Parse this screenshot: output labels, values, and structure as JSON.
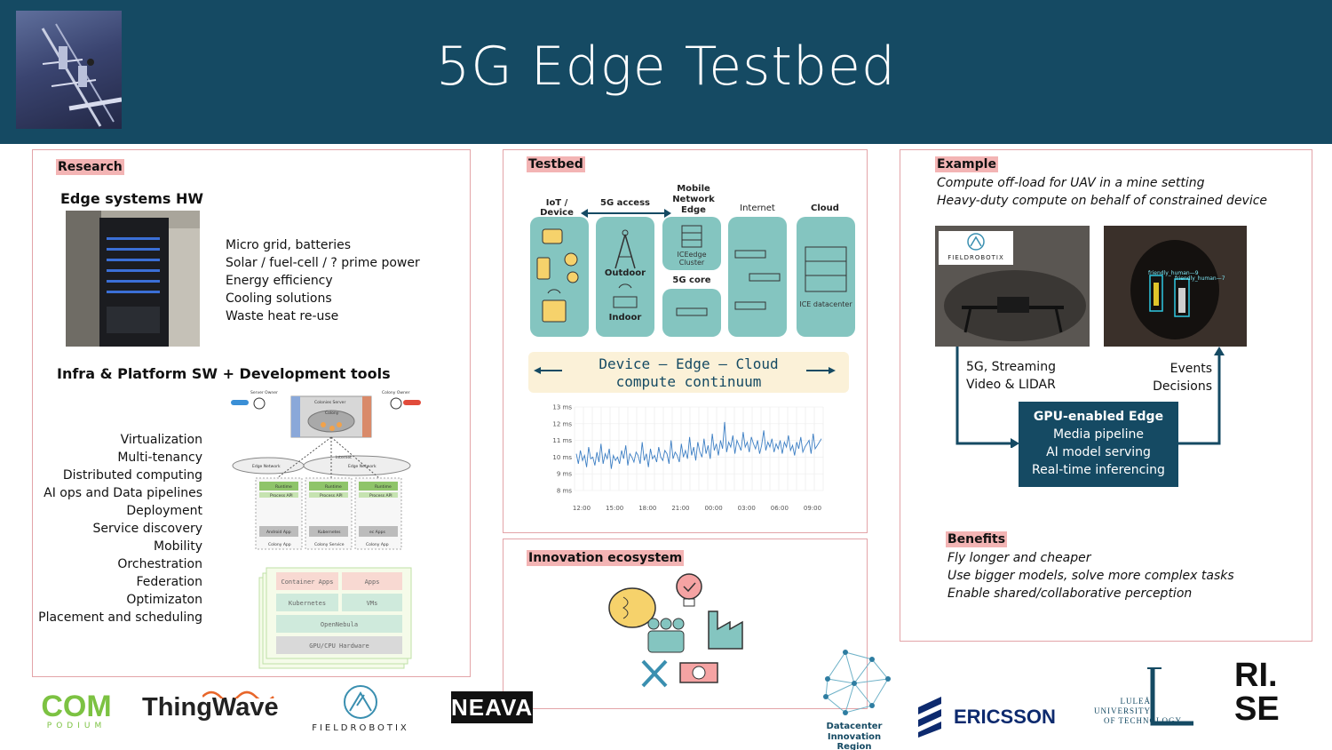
{
  "header": {
    "title": "5G Edge Testbed"
  },
  "research": {
    "tag": "Research",
    "hw_heading": "Edge systems HW",
    "hw_items": [
      "Micro grid, batteries",
      "Solar / fuel-cell / ? prime power",
      "Energy efficiency",
      "Cooling solutions",
      "Waste heat re-use"
    ],
    "sw_heading": "Infra & Platform SW + Development tools",
    "sw_items": [
      "Virtualization",
      "Multi-tenancy",
      "Distributed computing",
      "AI ops and Data pipelines",
      "Deployment",
      "Service discovery",
      "Mobility",
      "Orchestration",
      "Federation",
      "Optimizaton",
      "Placement and scheduling"
    ],
    "arch_labels": {
      "server_owner": "Server Owner",
      "colony_owner": "Colony Owner",
      "colonies_server": "Colonies Server",
      "colony": "Colony",
      "internet": "Internet",
      "edge_network_a": "Edge Network",
      "edge_network_b": "Edge Network",
      "runtime": "Runtime",
      "process_api": "Process API",
      "android_app": "Android App",
      "kubernetes": "Kubernetes",
      "ec_apps": "ec Apps",
      "colony_app": "Colony App",
      "colony_service": "Colony Service"
    },
    "stack_labels": {
      "container_apps": "Container Apps",
      "apps": "Apps",
      "kubernetes": "Kubernetes",
      "vms": "VMs",
      "opennebula": "OpenNebula",
      "hardware": "GPU/CPU Hardware"
    }
  },
  "testbed": {
    "tag": "Testbed",
    "columns": [
      "IoT / Device",
      "5G access",
      "Mobile Network Edge",
      "Internet",
      "Cloud"
    ],
    "inner_labels": {
      "outdoor": "Outdoor",
      "indoor": "Indoor",
      "icedge_cluster": "ICEedge Cluster",
      "core": "5G core",
      "ice_datacenter": "ICE datacenter"
    },
    "continuum_line1": "Device – Edge – Cloud",
    "continuum_line2": "compute continuum"
  },
  "chart_data": {
    "type": "line",
    "title": "",
    "xlabel": "",
    "ylabel": "",
    "x_ticks": [
      "12:00",
      "15:00",
      "18:00",
      "21:00",
      "00:00",
      "03:00",
      "06:00",
      "09:00"
    ],
    "y_ticks": [
      "13 ms",
      "12 ms",
      "11 ms",
      "10 ms",
      "9 ms",
      "8 ms"
    ],
    "ylim": [
      8,
      13
    ],
    "series": [
      {
        "values": [
          10.2,
          9.6,
          10.4,
          9.8,
          10.1,
          9.4,
          10.6,
          9.9,
          10.0,
          9.5,
          10.3,
          9.7,
          10.8,
          9.6,
          10.2,
          9.9,
          10.5,
          9.3,
          10.1,
          9.8,
          10.0,
          9.6,
          10.4,
          9.9,
          10.7,
          9.5,
          10.2,
          10.0,
          9.7,
          10.3,
          10.1,
          9.6,
          10.9,
          9.8,
          10.2,
          9.4,
          10.5,
          9.9,
          10.1,
          9.7,
          10.6,
          10.0,
          9.8,
          10.4,
          10.2,
          9.6,
          11.0,
          9.9,
          10.3,
          10.1,
          9.7,
          10.8,
          10.0,
          10.4,
          9.9,
          11.2,
          10.1,
          10.6,
          9.8,
          10.9,
          10.3,
          10.0,
          11.1,
          10.2,
          10.7,
          9.9,
          11.4,
          10.4,
          10.8,
          10.1,
          11.0,
          10.5,
          12.1,
          10.3,
          10.9,
          10.6,
          11.3,
          10.2,
          11.0,
          10.7,
          10.4,
          11.5,
          10.6,
          10.9,
          10.3,
          11.2,
          10.8,
          10.5,
          11.0,
          10.2,
          10.7,
          11.6,
          10.4,
          10.9,
          10.6,
          11.1,
          10.3,
          10.8,
          10.5,
          11.0,
          10.2,
          10.9,
          10.6,
          11.3,
          10.4,
          10.7,
          10.1,
          10.9,
          10.5,
          11.2,
          10.3,
          10.6,
          10.8,
          11.0,
          10.2,
          11.4,
          10.5,
          10.7,
          10.9,
          11.1
        ]
      }
    ]
  },
  "innovation": {
    "tag": "Innovation ecosystem"
  },
  "example": {
    "tag": "Example",
    "lines": [
      "Compute off-load for UAV in a mine setting",
      "Heavy-duty compute on behalf of constrained device"
    ],
    "photo_logo": "FIELDROBOTIX",
    "detection_labels": [
      "friendly_human—9",
      "friendly_human—7"
    ],
    "left_flow": [
      "5G, Streaming",
      "Video & LIDAR"
    ],
    "right_flow": [
      "Events",
      "Decisions"
    ],
    "gpu": {
      "title": "GPU-enabled Edge",
      "lines": [
        "Media pipeline",
        "AI model serving",
        "Real-time inferencing"
      ]
    },
    "benefits_tag": "Benefits",
    "benefits": [
      "Fly longer and cheaper",
      "Use bigger models, solve more complex tasks",
      "Enable shared/collaborative perception"
    ]
  },
  "logos": {
    "compodium_top": "COM",
    "compodium_bottom": "PODIUM",
    "thingwave": "ThingWave",
    "fieldrobotix": "FIELDROBOTIX",
    "neava": "NEAVA",
    "datacenter_1": "Datacenter",
    "datacenter_2": "Innovation Region",
    "ericsson": "ERICSSON",
    "lulea_1": "LULEÅ",
    "lulea_2": "UNIVERSITY",
    "lulea_3": "OF TECHNOLOGY",
    "rise_1": "RI.",
    "rise_2": "SE"
  },
  "colors": {
    "header": "#154a63",
    "tag": "#f3b4b4",
    "panel_border": "#e3a4a8",
    "teal": "#84c5c0",
    "chart_line": "#3d7fc4"
  }
}
